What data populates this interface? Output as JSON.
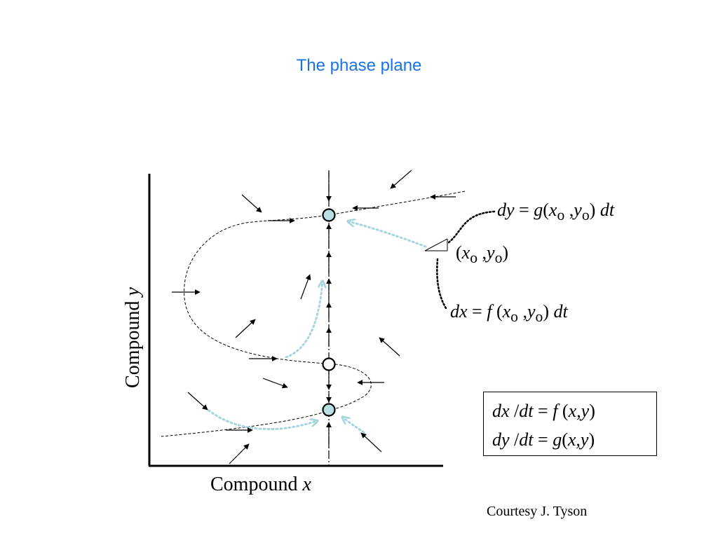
{
  "slide": {
    "title": "The phase plane",
    "credit": "Courtesy J. Tyson"
  },
  "axes": {
    "x_prefix": "Compound ",
    "x_var": "x",
    "y_prefix": "Compound ",
    "y_var": "y"
  },
  "annotations": {
    "dy_lhs": "dy",
    "dy_eq": " = ",
    "dy_fn": "g",
    "dy_open": "(",
    "dy_x": "x",
    "dy_xsub": "o",
    "dy_comma": " ,",
    "dy_y": "y",
    "dy_ysub": "o",
    "dy_close": ") ",
    "dy_dt": "dt",
    "pt_open": "(",
    "pt_x": "x",
    "pt_xsub": "o",
    "pt_comma": " ,",
    "pt_y": "y",
    "pt_ysub": "o",
    "pt_close": ")",
    "dx_lhs": "dx",
    "dx_eq": " = ",
    "dx_fn": "f",
    "dx_open": " (",
    "dx_x": "x",
    "dx_xsub": "o",
    "dx_comma": " ,",
    "dx_y": "y",
    "dx_ysub": "o",
    "dx_close": ") ",
    "dx_dt": "dt"
  },
  "equations": {
    "line1": {
      "a": "dx",
      "b": " /",
      "c": "dt",
      "d": " = ",
      "e": "f",
      "f": " (",
      "g": "x,y",
      "h": ")"
    },
    "line2": {
      "a": "dy",
      "b": " /",
      "c": "dt",
      "d": " =  ",
      "e": "g",
      "f": "(",
      "g": "x,y",
      "h": ")"
    }
  },
  "colors": {
    "title": "#1a73e8",
    "stable_fill": "#b7dfe2",
    "trajectory": "#a6d6dc",
    "ink": "#000000"
  },
  "steady_states": [
    {
      "stability": "stable"
    },
    {
      "stability": "unstable"
    },
    {
      "stability": "stable"
    }
  ]
}
